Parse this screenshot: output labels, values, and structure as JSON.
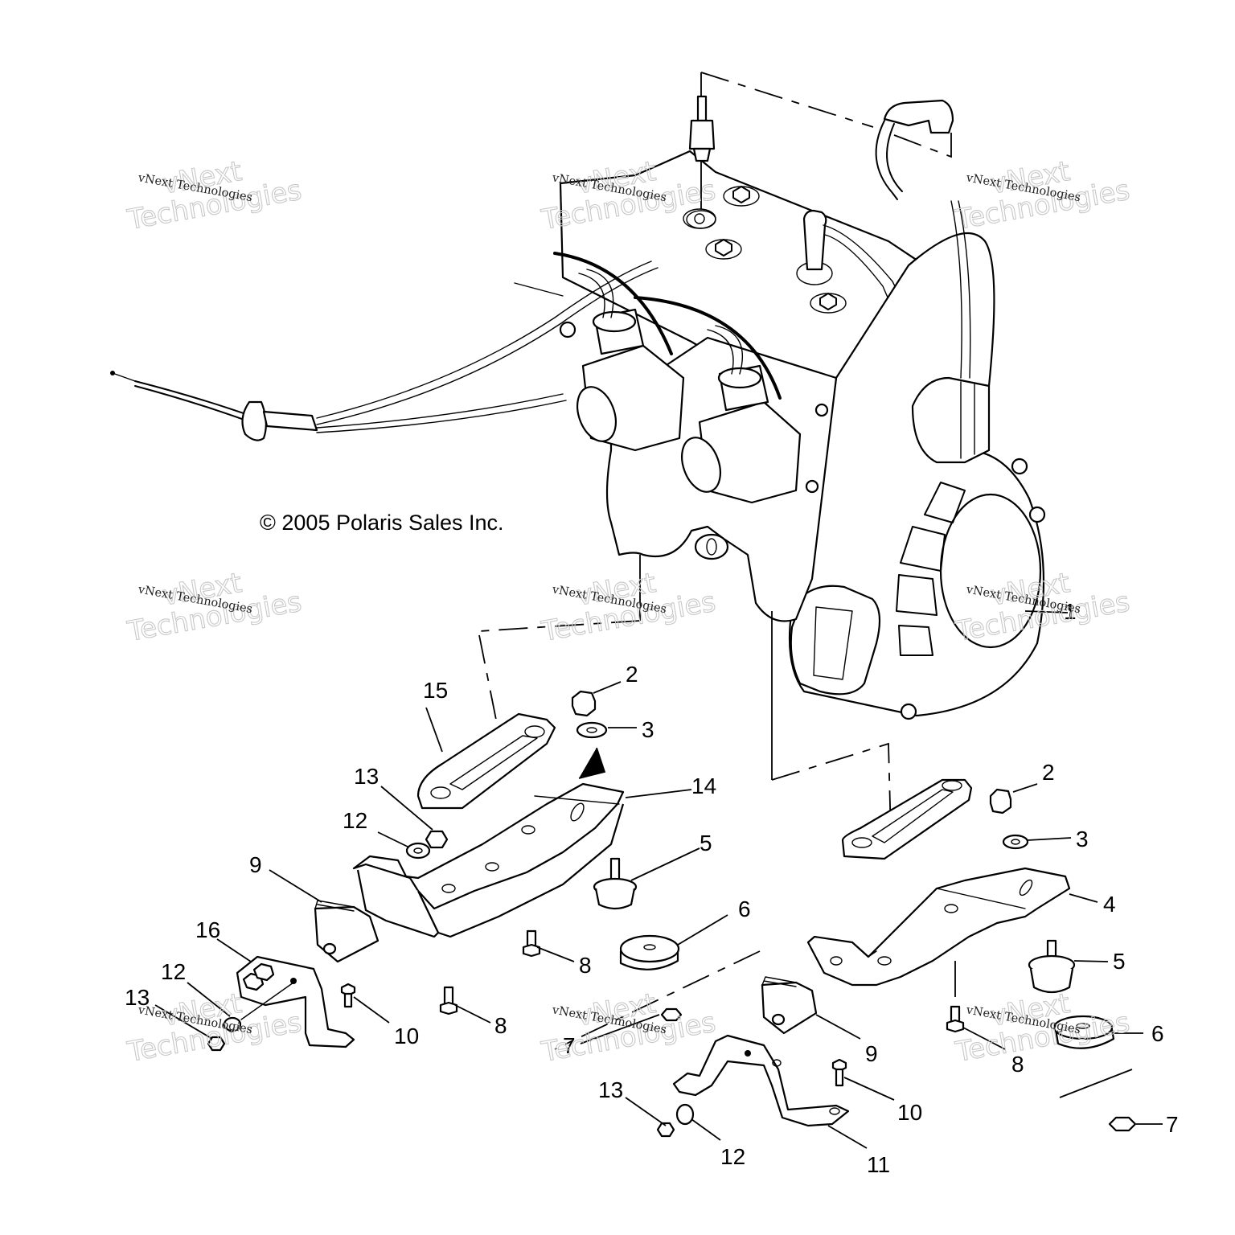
{
  "diagram": {
    "type": "exploded parts diagram",
    "subject": "Engine mounting assembly with carburetors, throttle cable and spark plug",
    "copyright": "© 2005 Polaris Sales Inc.",
    "watermark": {
      "line_small": "vNext Technologies",
      "line_big_1": "vNext",
      "line_big_2": "Technologies"
    },
    "callouts": [
      {
        "id": "c1",
        "label": "1"
      },
      {
        "id": "c2a",
        "label": "2"
      },
      {
        "id": "c2b",
        "label": "2"
      },
      {
        "id": "c3a",
        "label": "3"
      },
      {
        "id": "c3b",
        "label": "3"
      },
      {
        "id": "c4",
        "label": "4"
      },
      {
        "id": "c5a",
        "label": "5"
      },
      {
        "id": "c5b",
        "label": "5"
      },
      {
        "id": "c6a",
        "label": "6"
      },
      {
        "id": "c6b",
        "label": "6"
      },
      {
        "id": "c7a",
        "label": "7"
      },
      {
        "id": "c7b",
        "label": "7"
      },
      {
        "id": "c8a",
        "label": "8"
      },
      {
        "id": "c8b",
        "label": "8"
      },
      {
        "id": "c8c",
        "label": "8"
      },
      {
        "id": "c9a",
        "label": "9"
      },
      {
        "id": "c9b",
        "label": "9"
      },
      {
        "id": "c10a",
        "label": "10"
      },
      {
        "id": "c10b",
        "label": "10"
      },
      {
        "id": "c11",
        "label": "11"
      },
      {
        "id": "c12a",
        "label": "12"
      },
      {
        "id": "c12b",
        "label": "12"
      },
      {
        "id": "c12c",
        "label": "12"
      },
      {
        "id": "c13a",
        "label": "13"
      },
      {
        "id": "c13b",
        "label": "13"
      },
      {
        "id": "c13c",
        "label": "13"
      },
      {
        "id": "c14",
        "label": "14"
      },
      {
        "id": "c15",
        "label": "15"
      },
      {
        "id": "c16",
        "label": "16"
      }
    ]
  }
}
